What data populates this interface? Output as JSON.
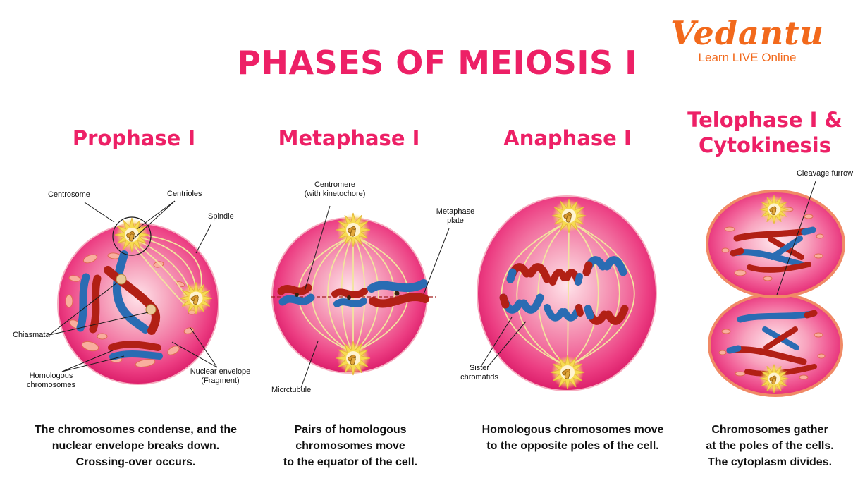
{
  "header": {
    "title": "PHASES OF MEIOSIS I",
    "brand": {
      "name": "Vedantu",
      "tagline": "Learn LIVE Online"
    }
  },
  "colors": {
    "accent_pink": "#ED2066",
    "brand_orange": "#F2691C",
    "chromosome_red": "#B22015",
    "chromosome_blue": "#2A6CB3",
    "cell_rim": "#C2155A",
    "spindle_yellow": "#F2E49E",
    "description_text": "#111111"
  },
  "phases": {
    "prophase": {
      "title": "Prophase I",
      "description": "The chromosomes condense, and the\nnuclear envelope breaks down.\nCrossing-over occurs.",
      "labels": {
        "centrosome": "Centrosome",
        "centrioles": "Centrioles",
        "spindle": "Spindle",
        "chiasmata": "Chiasmata",
        "homologous_chromosomes": "Homologous\nchromosomes",
        "nuclear_envelope": "Nuclear envelope\n(Fragment)"
      }
    },
    "metaphase": {
      "title": "Metaphase I",
      "description": "Pairs of homologous\nchromosomes move\nto the equator of the cell.",
      "labels": {
        "centromere": "Centromere\n(with kinetochore)",
        "metaphase_plate": "Metaphase\nplate",
        "microtubule": "Micrctubule"
      }
    },
    "anaphase": {
      "title": "Anaphase I",
      "description": "Homologous chromosomes move\nto the opposite poles of the cell.",
      "labels": {
        "sister_chromatids": "Sister\nchromatids"
      }
    },
    "telophase": {
      "title": "Telophase I &\nCytokinesis",
      "description": "Chromosomes gather\nat the poles of the cells.\nThe cytoplasm divides.",
      "labels": {
        "cleavage_furrow": "Cleavage furrow"
      }
    }
  }
}
